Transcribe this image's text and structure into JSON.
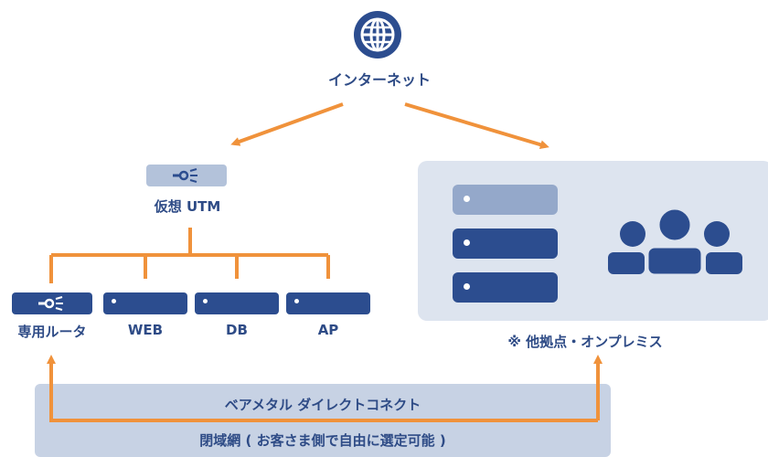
{
  "internet": {
    "label": "インターネット",
    "icon": "globe-icon"
  },
  "utm": {
    "label": "仮想 UTM",
    "icon": "router-icon"
  },
  "devices": [
    {
      "label": "専用ルータ",
      "icon": "router-icon"
    },
    {
      "label": "WEB",
      "icon": "server-icon"
    },
    {
      "label": "DB",
      "icon": "server-icon"
    },
    {
      "label": "AP",
      "icon": "server-icon"
    }
  ],
  "onprem": {
    "label": "※ 他拠点・オンプレミス",
    "icons": [
      "server-icon",
      "users-icon"
    ]
  },
  "bottom": {
    "title": "ベアメタル ダイレクトコネクト",
    "subtitle": "閉域網 ( お客さま側で自由に選定可能 )"
  },
  "colors": {
    "arrow": "#f0923b",
    "primary": "#2c4d8f",
    "panel": "#dde4ef",
    "band": "#c7d2e4",
    "utm_box": "#b3c2da"
  }
}
